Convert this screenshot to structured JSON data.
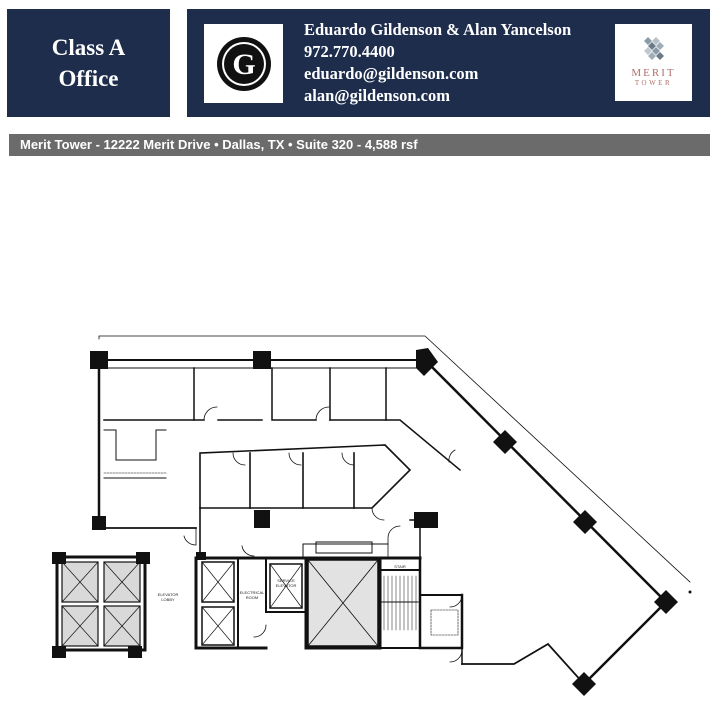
{
  "header": {
    "class_line1": "Class A",
    "class_line2": "Office",
    "contact_names": "Eduardo Gildenson & Alan Yancelson",
    "phone": "972.770.4400",
    "email_eduardo": "eduardo@gildenson.com",
    "email_alan": "alan@gildenson.com",
    "logo_left_icon": "g-monogram-logo",
    "logo_right_icon": "merit-tower-logo",
    "logo_right_word": "MERIT",
    "logo_right_subword": "TOWER",
    "colors": {
      "navy": "#1f2d4d",
      "gray_bar": "#6b6b6b",
      "logo_accent": "#b0706a"
    }
  },
  "address_bar": {
    "text": "Merit Tower - 12222 Merit Drive • Dallas, TX • Suite 320 - 4,588 rsf"
  },
  "floor_plan": {
    "labels": {
      "elevator_lobby_1": "ELEVATOR",
      "elevator_lobby_2": "LOBBY",
      "electrical_1": "ELECTRICAL",
      "electrical_2": "ROOM",
      "service_1": "SERVICE",
      "service_2": "ELEVATOR",
      "stair": "STAIR"
    }
  }
}
